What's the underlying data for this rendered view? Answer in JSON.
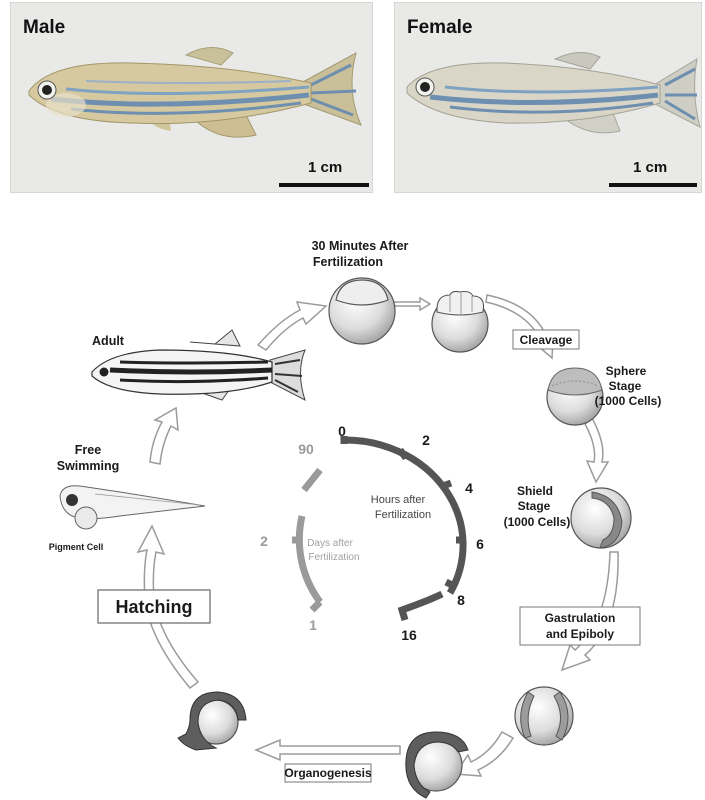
{
  "photos": {
    "male": {
      "label": "Male",
      "scale": "1 cm"
    },
    "female": {
      "label": "Female",
      "scale": "1 cm"
    }
  },
  "diagram": {
    "stages": {
      "fertilization": [
        "30 Minutes After",
        "Fertilization"
      ],
      "cleavage": "Cleavage",
      "sphere": [
        "Sphere",
        "Stage",
        "(1000 Cells)"
      ],
      "shield": [
        "Shield",
        "Stage",
        "(1000 Cells)"
      ],
      "gastrulation": [
        "Gastrulation",
        "and Epiboly"
      ],
      "organogenesis": "Organogenesis",
      "hatching": "Hatching",
      "free_swimming": [
        "Free",
        "Swimming"
      ],
      "pigment_cell": "Pigment Cell",
      "adult": "Adult"
    },
    "clock": {
      "hours_title": [
        "Hours after",
        "Fertilization"
      ],
      "days_title": [
        "Days after",
        "Fertilization"
      ],
      "hours_ticks": [
        "0",
        "2",
        "4",
        "6",
        "8",
        "16"
      ],
      "days_ticks": [
        "90",
        "2",
        "1"
      ]
    }
  },
  "colors": {
    "hours_arc": "#555555",
    "days_arc": "#9a9a9a",
    "panel_bg": "#e9e9e7",
    "stripe_blue": "#6e8fb0"
  }
}
